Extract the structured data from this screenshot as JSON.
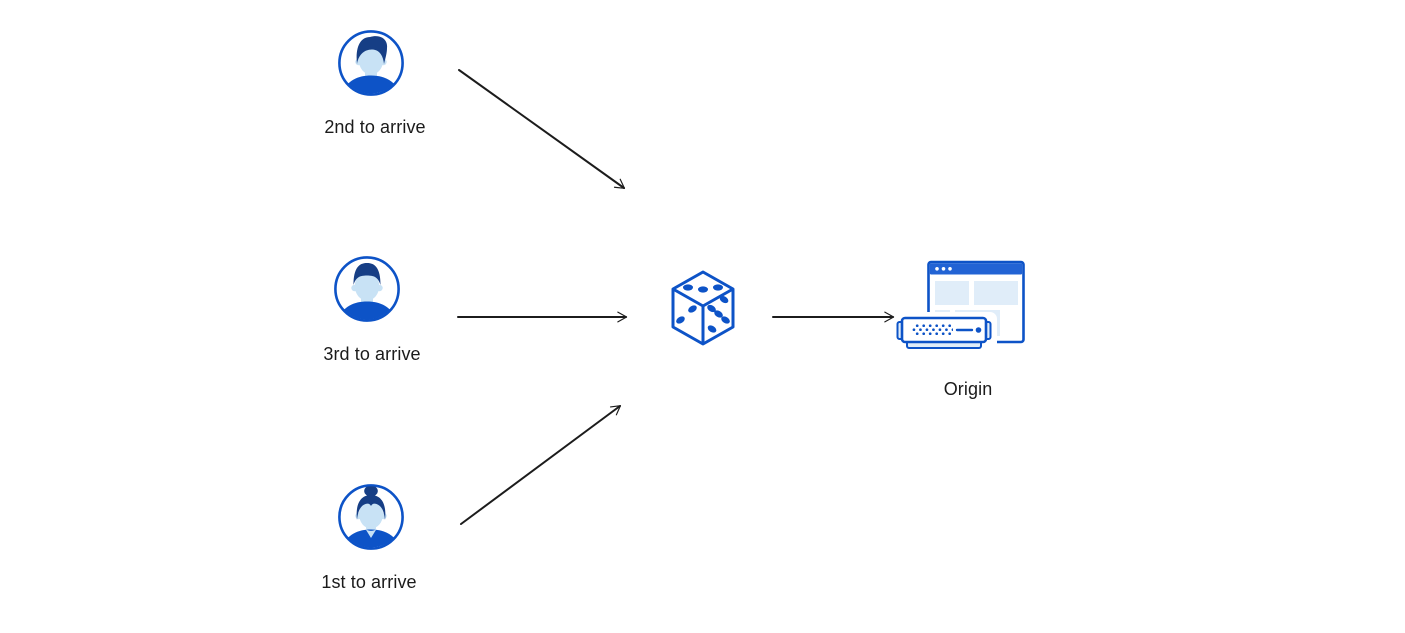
{
  "diagram": {
    "title": "random-steering-diagram",
    "colors": {
      "primary_blue": "#0d53c7",
      "hair_blue": "#163e85",
      "face_blue": "#c8e2f5",
      "panel_blue": "#e0edf9",
      "header_blue": "#2263d4",
      "arrow_color": "#1c1c1c",
      "text_color": "#1b1b1b"
    },
    "nodes": {
      "user_top": {
        "label": "2nd to arrive",
        "icon": "user-male-avatar-icon"
      },
      "user_middle": {
        "label": "3rd to arrive",
        "icon": "user-male-avatar-icon"
      },
      "user_bottom": {
        "label": "1st to arrive",
        "icon": "user-female-avatar-icon"
      },
      "dice": {
        "label": "",
        "icon": "dice-icon"
      },
      "origin": {
        "label": "Origin",
        "icon": "origin-server-icon"
      }
    },
    "edges": [
      {
        "from": "user_top",
        "to": "dice"
      },
      {
        "from": "user_middle",
        "to": "dice"
      },
      {
        "from": "user_bottom",
        "to": "dice"
      },
      {
        "from": "dice",
        "to": "origin"
      }
    ]
  }
}
